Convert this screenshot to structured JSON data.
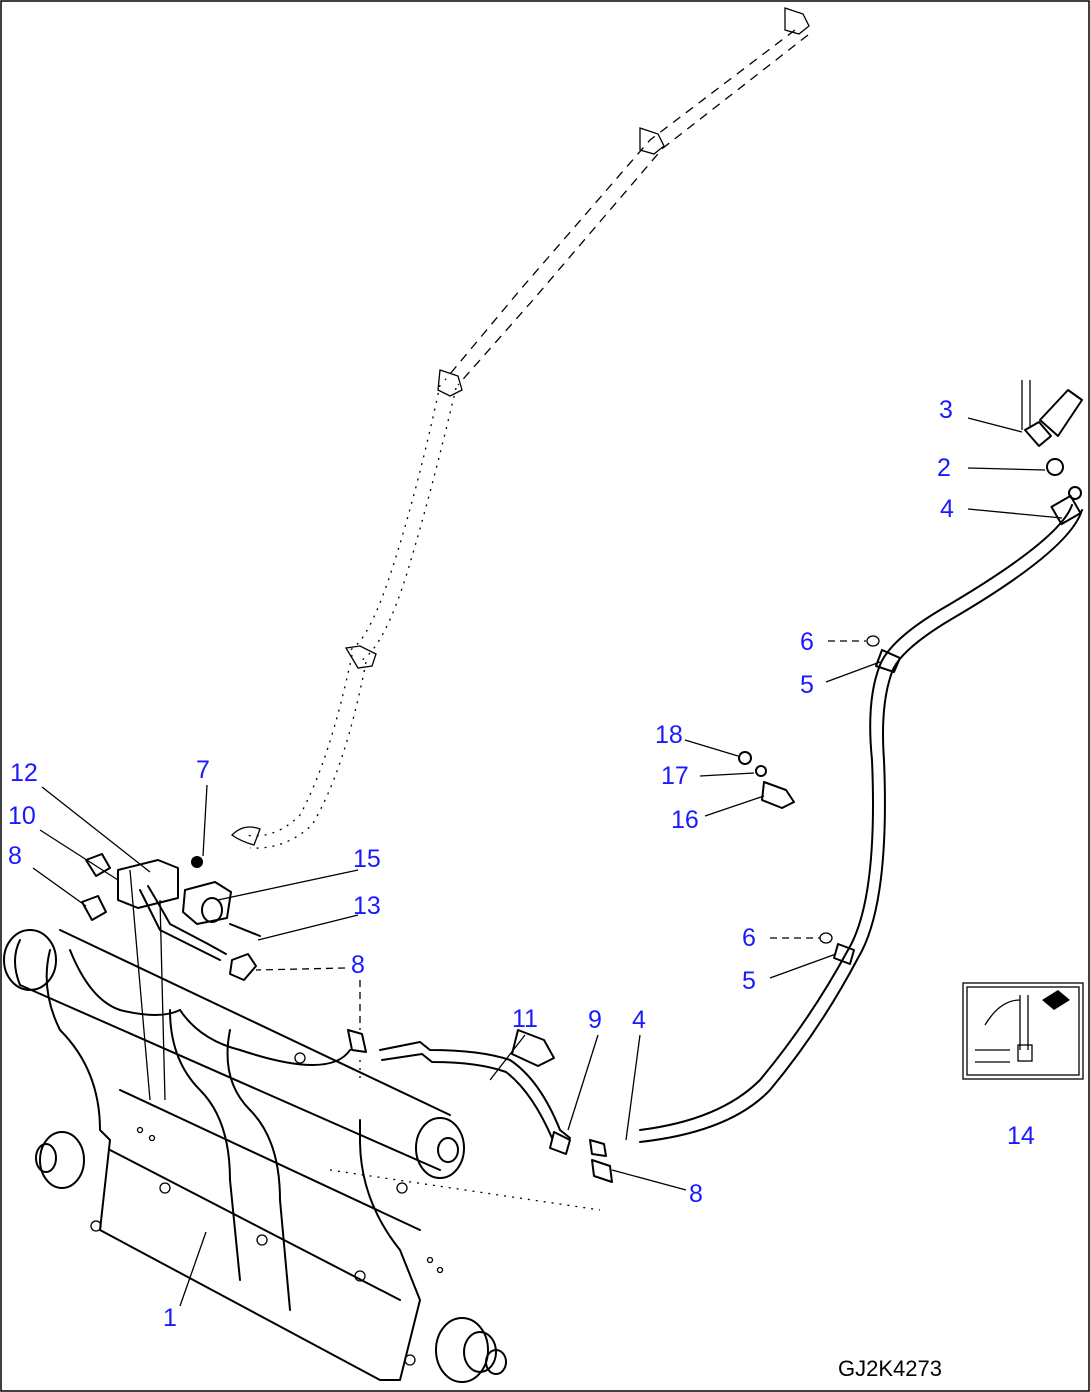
{
  "drawing_code": "GJ2K4273",
  "callouts": {
    "c1": "1",
    "c2": "2",
    "c3": "3",
    "c4a": "4",
    "c4b": "4",
    "c5a": "5",
    "c5b": "5",
    "c6a": "6",
    "c6b": "6",
    "c7": "7",
    "c8a": "8",
    "c8b": "8",
    "c8c": "8",
    "c9": "9",
    "c10": "10",
    "c11": "11",
    "c12": "12",
    "c13": "13",
    "c14": "14",
    "c15": "15",
    "c16": "16",
    "c17": "17",
    "c18": "18"
  },
  "colors": {
    "callout": "#1a1aff",
    "line": "#000000",
    "background": "#ffffff"
  }
}
